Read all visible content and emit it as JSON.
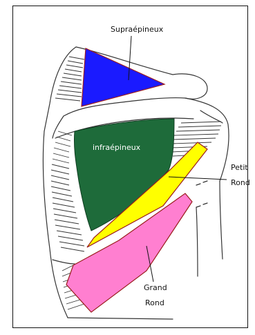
{
  "labels": {
    "supraepineux": "Supraépineux",
    "infraepineux": "infraépineux",
    "petit_rond_line1": "Petit",
    "petit_rond_line2": "Rond",
    "grand_rond_line1": "Grand",
    "grand_rond_line2": "Rond"
  },
  "colors": {
    "supraepineux": "#1a1aff",
    "infraepineux": "#1e6b3a",
    "petit_rond": "#ffff00",
    "grand_rond": "#ff7fd0",
    "bone_outline": "#333333",
    "muscle_edge": "#9b1c1c"
  }
}
